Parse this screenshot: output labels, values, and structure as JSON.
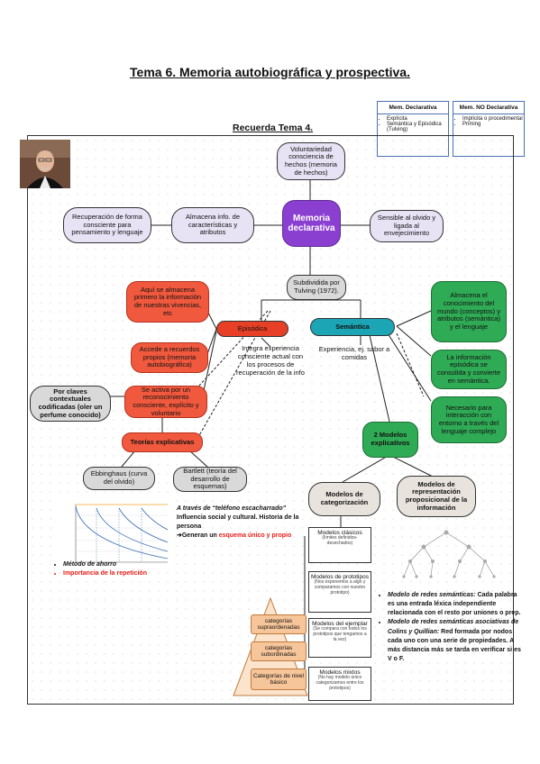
{
  "title": "Tema 6. Memoria autobiográfica y prospectiva.",
  "subtitle": "Recuerda Tema 4.",
  "mem_declarativa": {
    "header": "Mem. Declarativa",
    "items": [
      "Explícita",
      "Semántica y Episódica (Tulving)"
    ]
  },
  "mem_no_declarativa": {
    "header": "Mem. NO Declarativa",
    "items": [
      "Implícita o procedimental",
      "Priming"
    ]
  },
  "nodes": {
    "voluntariedad": "Voluntariedad consciencia de hechos (memoria de hechos)",
    "recuperacion": "Recuperación de forma consciente para pensamiento y lenguaje",
    "almacena_info": "Almacena info. de características y atributos",
    "memoria_declarativa": "Memoria declarativa",
    "sensible": "Sensible al olvido y ligada al envejecimiento",
    "subdividida": "Subdividida por Tulving (1972).",
    "aqui_almacena": "Aquí se almacena primero la información de nuestras vivencias, etc",
    "episodica": "Episódica",
    "semantica": "Semántica",
    "almacena_conocimiento": "Almacena el conocimiento del mundo (conceptos) y atributos (semántica) y el lenguaje",
    "informacion_episodica": "La información episódica se consolida y convierte en semántica.",
    "necesario": "Necesario para interacción con entorno a través del lenguaje complejo",
    "accede": "Accede a recuerdos propios (memoria autobiográfica)",
    "integra": "Integra experiencia consciente actual con los procesos de recuperación de la info",
    "experiencia": "Experiencia, ej. sabor a comidas",
    "por_claves": "Por claves contextuales codificadas (oler un perfume conocido)",
    "se_activa": "Se activa por un reconocimiento consciente, explícito y voluntario",
    "teorias": "Teorías explicativas",
    "dos_modelos": "2 Modelos explicativos",
    "ebbinghaus": "Ebbinghaus (curva del olvido)",
    "bartlett": "Bartlett (teoría del desarrollo de esquemas)",
    "modelos_categorizacion": "Modelos de categorización",
    "modelos_representacion": "Modelos de representación proposicional de la información"
  },
  "modelos": [
    {
      "title": "Modelos clásicos",
      "note": "(límites definidos-desechados)"
    },
    {
      "title": "Modelos de prototipos",
      "note": "(Nos exponemos a algo y comparamos con nuestro prototipo)"
    },
    {
      "title": "Modelos del ejemplar",
      "note": "(Se compara con todos los prototipos que tengamos a la vez)"
    },
    {
      "title": "Modelos mixtos",
      "note": "(No hay modelo único categorizamos entre los prototipos)"
    }
  ],
  "categorias": [
    "categorías supraordenadas",
    "categorías subordinadas",
    "Categorías de nivel básico"
  ],
  "bartlett_notes": {
    "line1": "A través de “teléfono escacharrado”",
    "line2": "Influencia social y cultural. Historia de la persona",
    "line3_prefix": "➔Generan un ",
    "line3_red": "esquema único y propio"
  },
  "ebbinghaus_notes": {
    "item1": "Método de ahorro",
    "item2": "Importancia de la repetición"
  },
  "redes_notes": {
    "item1_title": "Modelo de redes semánticas:",
    "item1_text": " Cada palabra es una entrada léxica independiente relacionada con el resto por uniones o prep.",
    "item2_title": "Modelo de redes semánticas asociativas de Colins y Quillian:",
    "item2_text": " Red formada por nodos cada uno con una serie de propiedades. A más distancia más se tarda en verificar si es V o F."
  },
  "colors": {
    "purple": "#8a3fd1",
    "red": "#f0593e",
    "teal": "#1ba5b5",
    "green": "#2faa55",
    "lavender": "#e8e2f5"
  }
}
